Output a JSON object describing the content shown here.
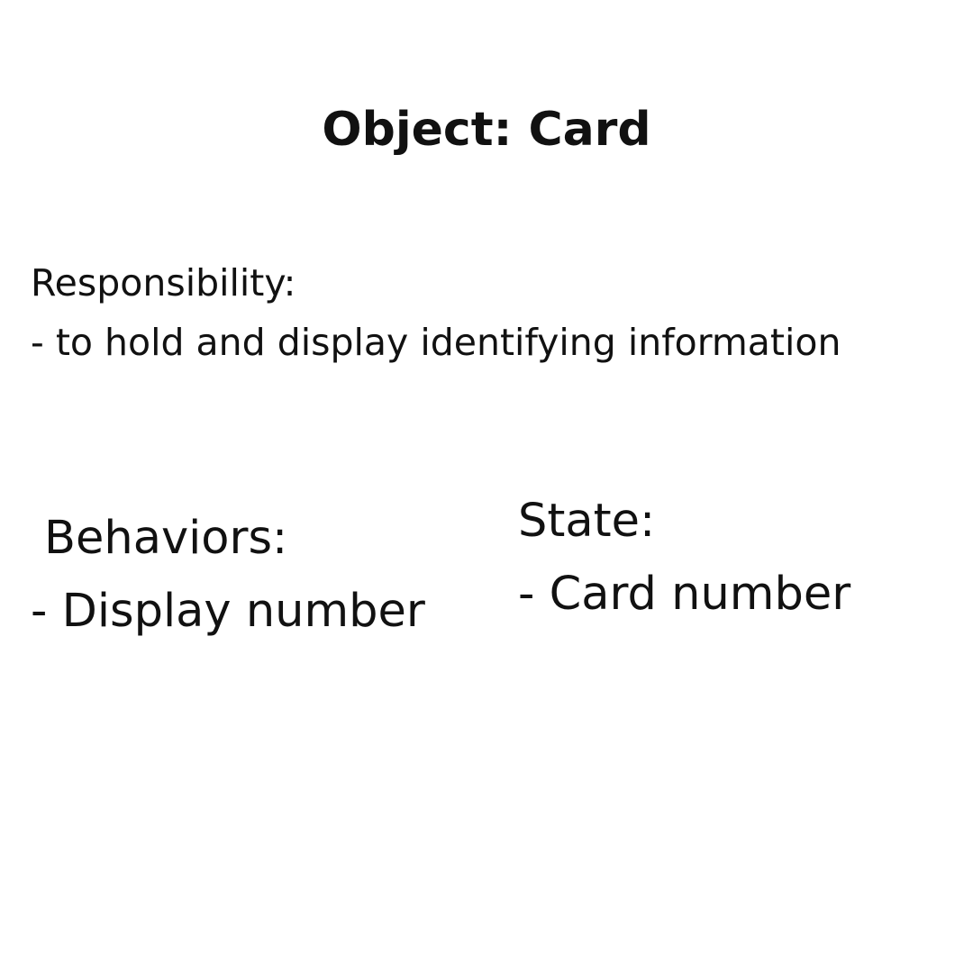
{
  "card": {
    "title": "Object: Card",
    "responsibility": {
      "heading": "Responsibility:",
      "items": [
        "- to hold and display identifying information"
      ]
    },
    "behaviors": {
      "heading": "Behaviors:",
      "items": [
        "- Display number"
      ]
    },
    "state": {
      "heading": "State:",
      "items": [
        "- Card number"
      ]
    }
  }
}
